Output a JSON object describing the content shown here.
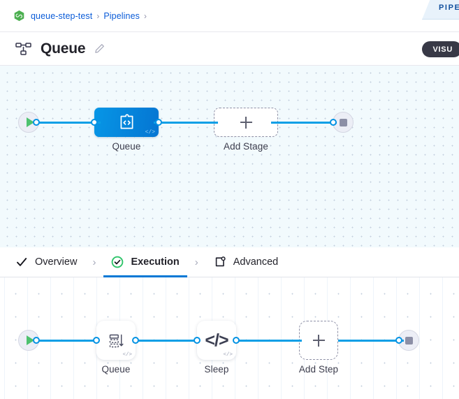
{
  "breadcrumb": {
    "logo_icon": "harness-hexagon-logo",
    "items": [
      {
        "label": "queue-step-test",
        "sep": "›"
      },
      {
        "label": "Pipelines",
        "sep": "›"
      }
    ]
  },
  "ribbon": {
    "text": "PIPE"
  },
  "header": {
    "pipeline_icon": "pipeline-nodes-icon",
    "title": "Queue",
    "edit_icon": "pencil-edit-icon",
    "visual_toggle": "VISU"
  },
  "stage_canvas": {
    "start_node": {
      "icon": "play-icon"
    },
    "stages": [
      {
        "label": "Queue",
        "icon": "custom-stage-code-icon",
        "corner": "</>"
      }
    ],
    "add_stage": {
      "label": "Add Stage",
      "icon": "plus-icon"
    },
    "end_node": {
      "icon": "stop-icon"
    }
  },
  "tabs": [
    {
      "label": "Overview",
      "icon": "check-icon",
      "active": false
    },
    {
      "label": "Execution",
      "icon": "check-circle-green-icon",
      "active": true
    },
    {
      "label": "Advanced",
      "icon": "advanced-settings-icon",
      "active": false
    }
  ],
  "tab_separator": "›",
  "step_canvas": {
    "start_node": {
      "icon": "play-icon"
    },
    "steps": [
      {
        "label": "Queue",
        "icon": "queue-step-icon",
        "corner": "</>"
      },
      {
        "label": "Sleep",
        "icon": "code-glyph-icon",
        "corner": "</>",
        "glyph": "</>"
      }
    ],
    "add_step": {
      "label": "Add Step",
      "icon": "plus-icon"
    },
    "end_node": {
      "icon": "stop-icon"
    }
  },
  "colors": {
    "accent_blue": "#0278d5",
    "link_blue": "#0b5cd8",
    "connector_blue": "#0b9fe6",
    "green": "#4dc16e",
    "dark_pill": "#383946"
  }
}
